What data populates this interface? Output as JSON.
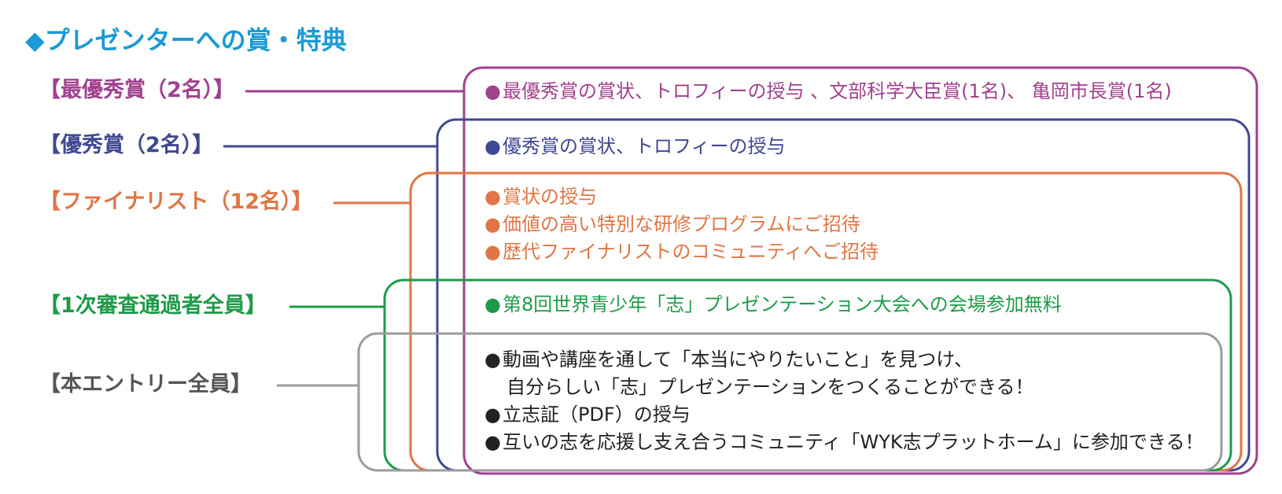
{
  "title": "◆プレゼンターへの賞・特典",
  "colors": {
    "title": "#1a9ad6",
    "tier1": "#a0418e",
    "tier2": "#3f4893",
    "tier3": "#e07545",
    "tier4": "#1e9b48",
    "tier5": "#9c9c9c",
    "tier5_label": "#555555",
    "tier5_text": "#222222"
  },
  "tiers": [
    {
      "label": "【最優秀賞（2名）】",
      "items": [
        "最優秀賞の賞状、トロフィーの授与 、文部科学大臣賞(1名)、 亀岡市長賞(1名)"
      ]
    },
    {
      "label": "【優秀賞（2名）】",
      "items": [
        "優秀賞の賞状、トロフィーの授与"
      ]
    },
    {
      "label": "【ファイナリスト（12名）】",
      "items": [
        "賞状の授与",
        "価値の高い特別な研修プログラムにご招待",
        "歴代ファイナリストのコミュニティへご招待"
      ]
    },
    {
      "label": "【1次審査通過者全員】",
      "items": [
        "第8回世界青少年「志」プレゼンテーション大会への会場参加無料"
      ]
    },
    {
      "label": "【本エントリー全員】",
      "items": [
        "動画や講座を通して「本当にやりたいこと」を見つけ、",
        "自分らしい「志」プレゼンテーションをつくることができる！",
        "立志証（PDF）の授与",
        "互いの志を応援し支え合うコミュニティ「WYK志プラットホーム」に参加できる！"
      ]
    }
  ],
  "bullet": "●"
}
